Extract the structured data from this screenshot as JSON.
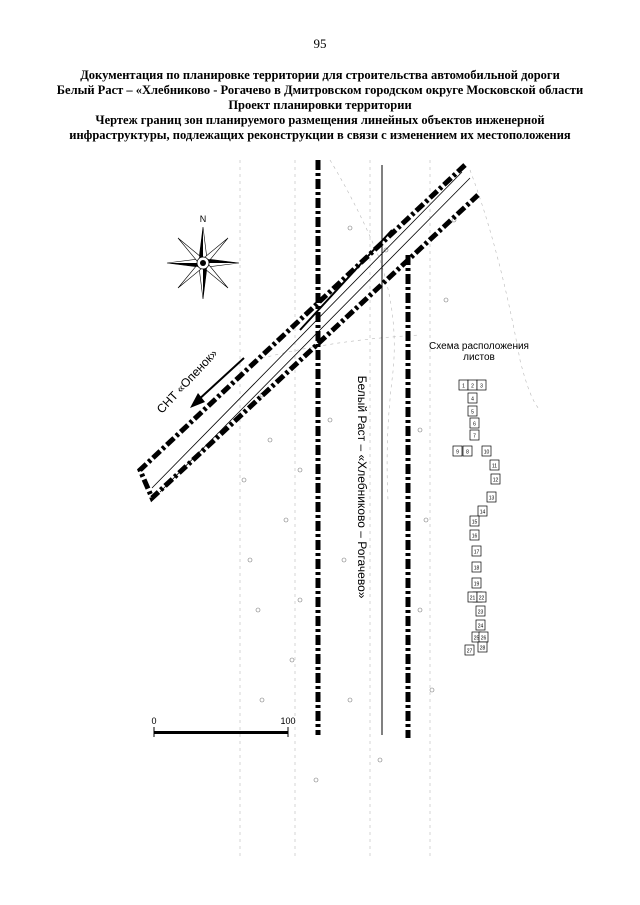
{
  "page": {
    "number": "95"
  },
  "header": {
    "line1": "Документация по планировке территории для строительства автомобильной дороги",
    "line2": "Белый Раст – «Хлебниково - Рогачево в Дмитровском городском округе Московской области",
    "line3": "Проект планировки территории",
    "line4": "Чертеж границ зон планируемого размещения линейных объектов инженерной",
    "line5": "инфраструктуры, подлежащих реконструкции в связи с изменением их местоположения"
  },
  "map": {
    "compass_label": "N",
    "road_label": "Белый Раст – «Хлебниково – Рогачево»",
    "snt_label": "СНТ «Опенок»",
    "scale": {
      "start": "0",
      "end": "100"
    },
    "inset": {
      "title_line1": "Схема расположения",
      "title_line2": "листов",
      "sheets": [
        "1",
        "2",
        "3",
        "4",
        "5",
        "6",
        "7",
        "8",
        "9",
        "10",
        "11",
        "12",
        "13",
        "14",
        "15",
        "16",
        "17",
        "18",
        "19",
        "20",
        "21",
        "22",
        "23",
        "24",
        "25",
        "26",
        "27",
        "28"
      ]
    },
    "colors": {
      "boundary": "#000000",
      "grid": "#9a9a9a",
      "label": "#000000"
    }
  }
}
